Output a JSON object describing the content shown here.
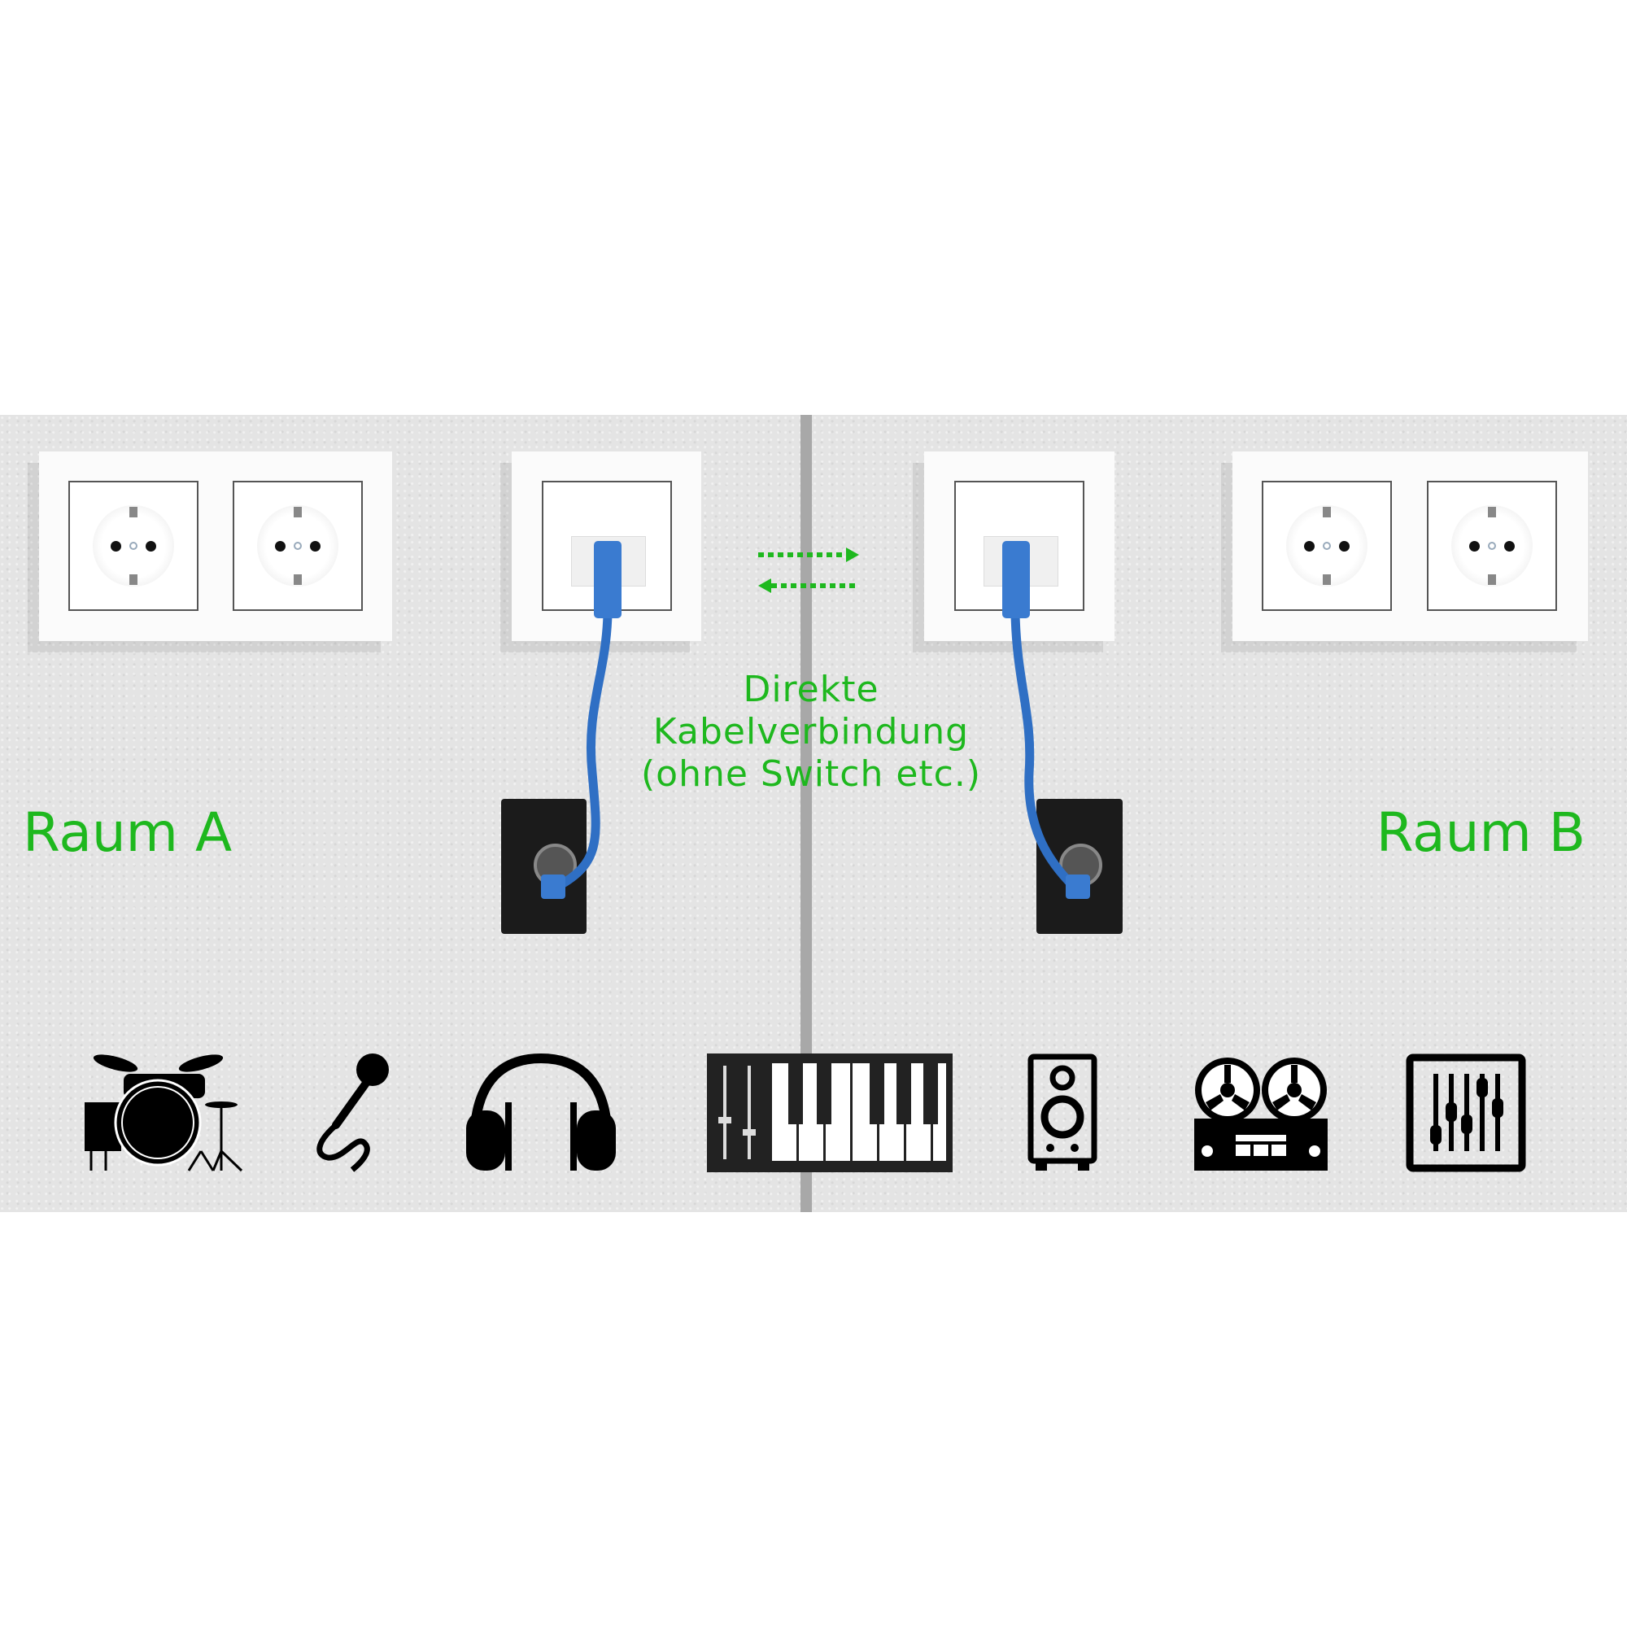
{
  "rooms": {
    "a": "Raum A",
    "b": "Raum B"
  },
  "connection": {
    "lines": [
      "Direkte",
      "Kabelverbindung",
      "(ohne Switch etc.)"
    ]
  },
  "colors": {
    "accent": "#1eb81e",
    "cable": "#2f6fc4",
    "wall": "#e4e4e4",
    "divider": "#a8a8a8"
  },
  "icons": [
    "drum-kit-icon",
    "microphone-icon",
    "headphones-icon",
    "keyboard-icon",
    "speaker-icon",
    "tape-recorder-icon",
    "mixer-icon"
  ]
}
